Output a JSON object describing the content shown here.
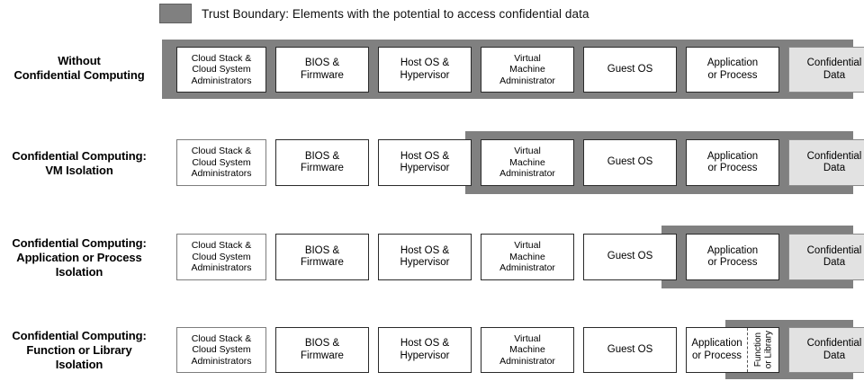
{
  "legend": {
    "swatch_color": "#808080",
    "text": "Trust Boundary: Elements with the potential to access confidential data"
  },
  "colors": {
    "trust_band": "#808080",
    "confidential_fill": "#e2e2e2",
    "node_fill": "#ffffff",
    "node_border": "#2a2a2a"
  },
  "nodes": {
    "cloud_admins": "Cloud Stack &\nCloud System\nAdministrators",
    "bios": "BIOS &\nFirmware",
    "host_os": "Host OS &\nHypervisor",
    "vm_admin": "Virtual\nMachine\nAdministrator",
    "guest_os": "Guest OS",
    "app_process": "Application\nor Process",
    "confidential": "Confidential\nData",
    "function_library": "Function\nor Library"
  },
  "rows": [
    {
      "id": "without-confidential-computing",
      "label": "Without\nConfidential Computing",
      "trust_boundary_starts_at_column": 1
    },
    {
      "id": "vm-isolation",
      "label": "Confidential Computing:\nVM Isolation",
      "trust_boundary_starts_at_column": 4
    },
    {
      "id": "application-or-process-isolation",
      "label": "Confidential Computing:\nApplication or Process\nIsolation",
      "trust_boundary_starts_at_column": 6
    },
    {
      "id": "function-or-library-isolation",
      "label": "Confidential Computing:\nFunction or Library\nIsolation",
      "trust_boundary_starts_at_column": 7
    }
  ]
}
